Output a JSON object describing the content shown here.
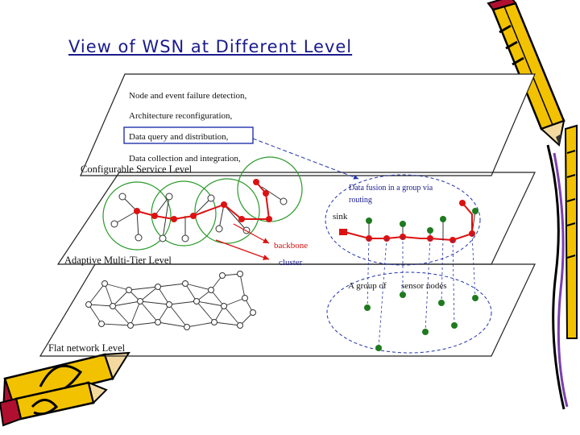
{
  "title": "View of WSN at Different Level",
  "levels": {
    "service": {
      "name": "Configurable Service Level",
      "functions": [
        "Node and event failure detection,",
        "Architecture reconfiguration,",
        "Data query and distribution,",
        "Data collection and integration,"
      ]
    },
    "adaptive": {
      "name": "Adaptive Multi-Tier Level",
      "labels": {
        "fusion_1": "Data fusion in a group via",
        "fusion_2": "routing",
        "sink": "sink",
        "backbone": "backbone",
        "cluster": "cluster"
      }
    },
    "flat": {
      "name": "Flat network Level",
      "labels": {
        "group": "A group of",
        "sensors": "sensor nodes"
      }
    }
  },
  "colors": {
    "title": "#1a1a8c",
    "backbone": "#dd1111",
    "cluster": "#2a9a2a",
    "sensor": "#1f7a1f",
    "dashed": "#2233aa"
  },
  "icons": [
    "pencil-icon-top-right",
    "pencil-icon-bottom-left"
  ]
}
